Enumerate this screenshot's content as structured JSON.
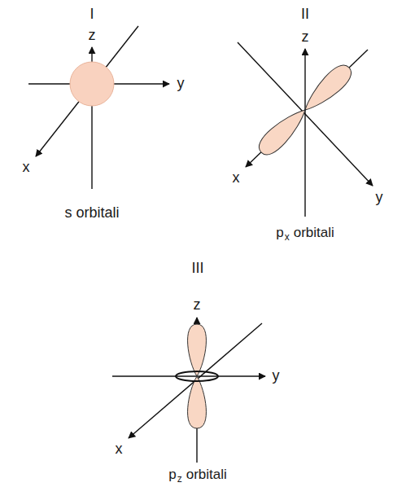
{
  "diagram": {
    "labels": [
      "I",
      "z",
      "y",
      "x",
      "s orbitali",
      "II",
      "z",
      "x",
      "y",
      "p",
      "x",
      "orbitali",
      "III",
      "z",
      "y",
      "x",
      "p",
      "z",
      "orbitali"
    ]
  }
}
